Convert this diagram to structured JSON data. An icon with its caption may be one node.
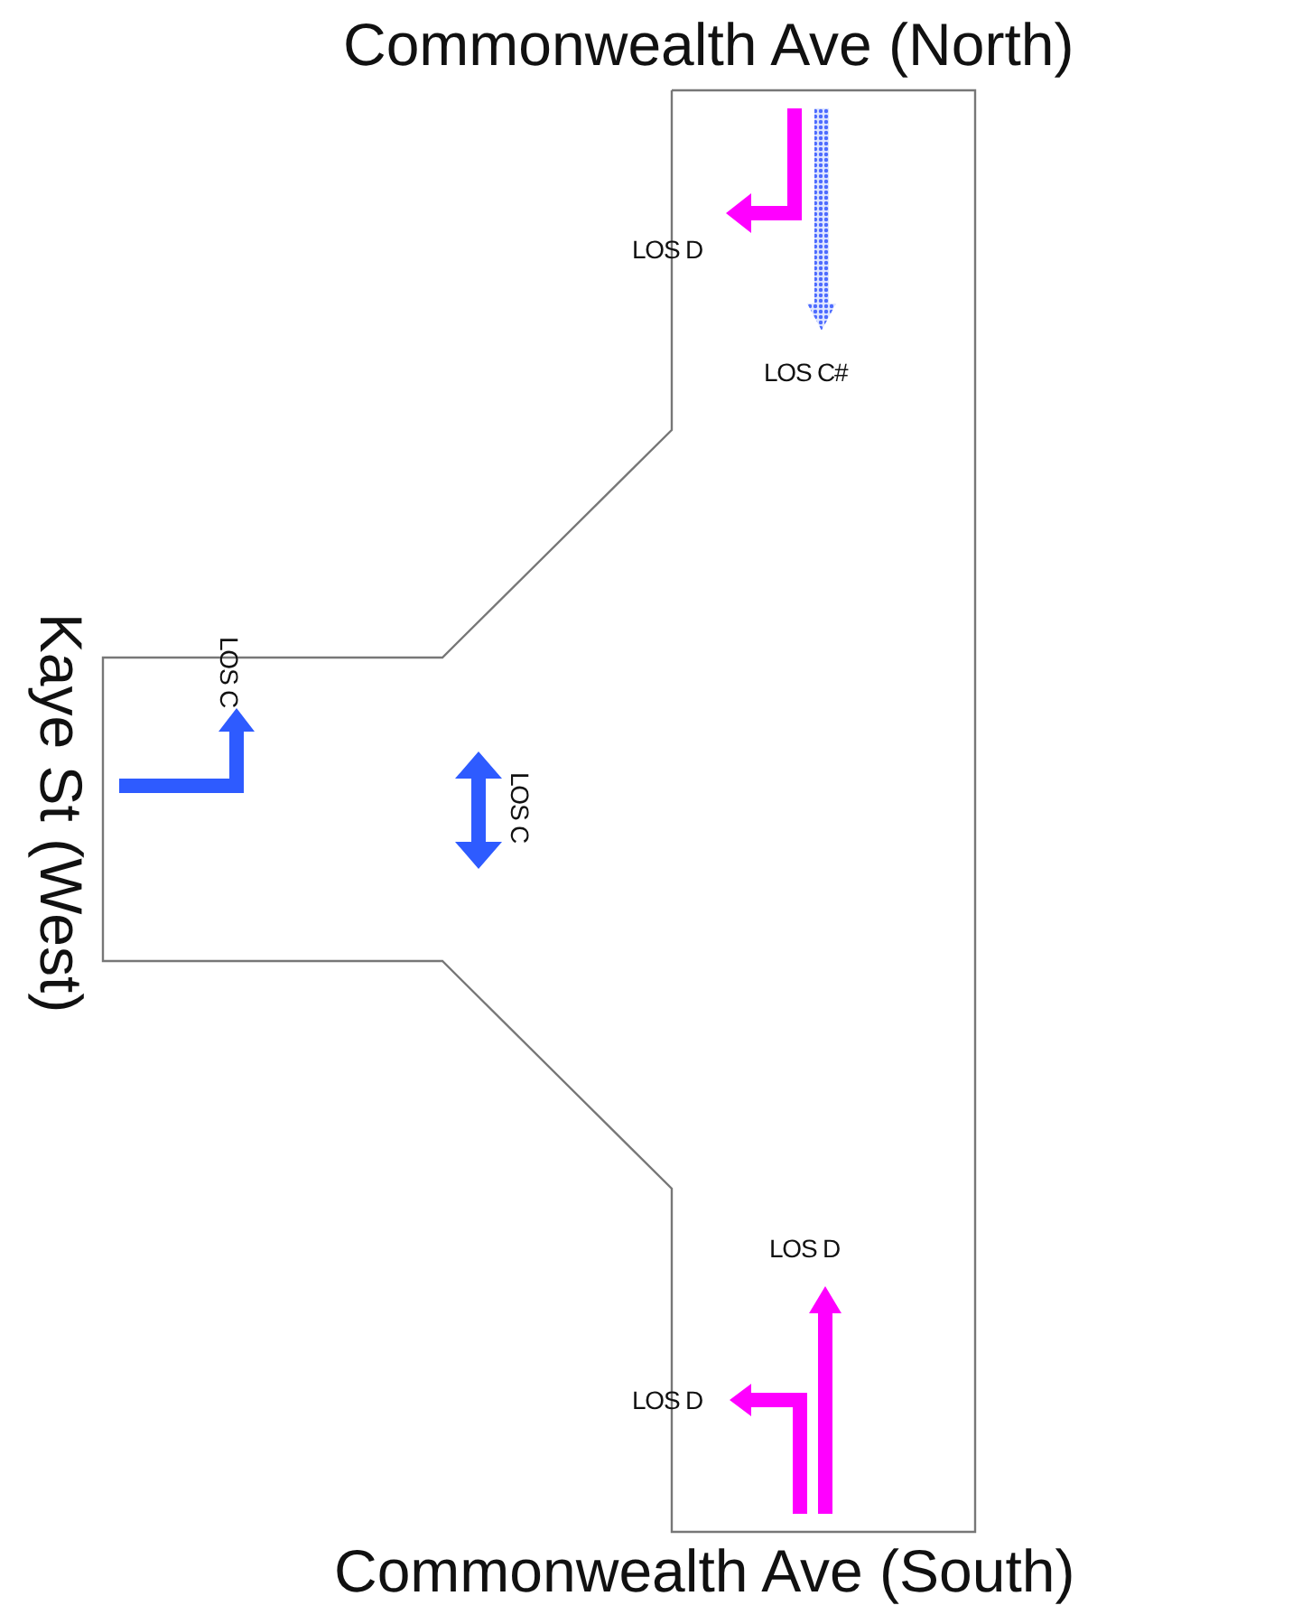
{
  "diagram": {
    "labels": [
      "Commonwealth Ave (North)",
      "LOS D",
      "LOS C#",
      "Kaye St (West)",
      "LOS C",
      "LOS C",
      "LOS D",
      "LOS D",
      "Commonwealth Ave (South)"
    ]
  }
}
